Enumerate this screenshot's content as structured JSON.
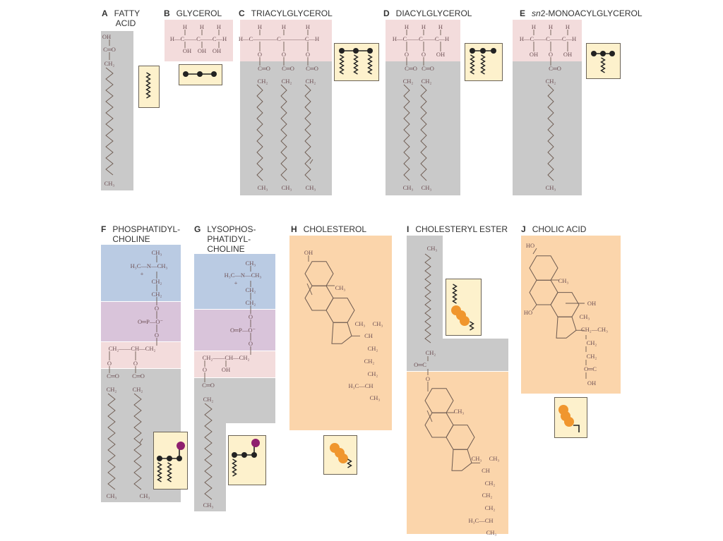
{
  "colors": {
    "acyl_chain": "#c9c9c9",
    "glycerol": "#f3dcdc",
    "choline": "#bacbe3",
    "phosphate": "#d9c4da",
    "sterol": "#fbd5ab",
    "icon_box": "#fdf1cc",
    "sterol_icon": "#f0962e",
    "choline_icon": "#8e1f6e"
  },
  "panels": {
    "A": {
      "letter": "A",
      "title": "FATTY",
      "title2": "ACID",
      "atoms": [
        "OH",
        "C═O",
        "CH₂",
        "CH₃"
      ],
      "icon": "wavy-chain-icon"
    },
    "B": {
      "letter": "B",
      "title": "GLYCEROL",
      "atoms": [
        "H",
        "H",
        "H",
        "H—C——C——C—H",
        "OH",
        "OH",
        "OH"
      ],
      "icon": "glycerol-backbone-icon"
    },
    "C": {
      "letter": "C",
      "title": "TRIACYLGLYCEROL",
      "atoms": [
        "H",
        "H",
        "H",
        "H—C————C————C—H",
        "O",
        "O",
        "O",
        "C═O",
        "C═O",
        "C═O",
        "CH₂",
        "CH₂",
        "CH₂",
        "CH₃",
        "CH₃",
        "CH₃"
      ],
      "icon": "triacylglycerol-icon"
    },
    "D": {
      "letter": "D",
      "title": "DIACYLGLYCEROL",
      "atoms": [
        "H",
        "H",
        "H",
        "H—C——C——C—H",
        "O",
        "O",
        "OH",
        "C═O",
        "C═O",
        "CH₂",
        "CH₂",
        "CH₃",
        "CH₃"
      ],
      "icon": "diacylglycerol-icon"
    },
    "E": {
      "letter": "E",
      "title_italic": "sn",
      "title": "2-MONOACYLGLYCEROL",
      "atoms": [
        "H",
        "H",
        "H",
        "H—C——C——C—H",
        "OH",
        "O",
        "OH",
        "C═O",
        "CH₂",
        "CH₃"
      ],
      "icon": "monoacylglycerol-icon"
    },
    "F": {
      "letter": "F",
      "title": "PHOSPHATIDYL-",
      "title2": "CHOLINE",
      "atoms": [
        "CH₃",
        "H₃C—N—CH₃",
        "+",
        "CH₂",
        "CH₂",
        "O",
        "O═P—O⁻",
        "O",
        "CH₂——CH—CH₂",
        "O",
        "O",
        "C═O",
        "C═O",
        "CH₂",
        "CH₂",
        "CH₃",
        "CH₃"
      ],
      "icon": "phosphatidylcholine-icon"
    },
    "G": {
      "letter": "G",
      "title": "LYSOPHOS-",
      "title2": "PHATIDYL-",
      "title3": "CHOLINE",
      "atoms": [
        "CH₃",
        "H₃C—N—CH₃",
        "+",
        "CH₂",
        "CH₂",
        "O",
        "O═P—O⁻",
        "O",
        "CH₂——CH—CH₂",
        "O",
        "OH",
        "C═O",
        "CH₂",
        "CH₃"
      ],
      "icon": "lysophosphatidylcholine-icon"
    },
    "H": {
      "letter": "H",
      "title": "CHOLESTEROL",
      "atoms": [
        "OH",
        "CH₃",
        "CH₃",
        "CH₃",
        "CH",
        "CH₂",
        "CH₂",
        "CH₂",
        "H₃C—CH",
        "CH₃"
      ],
      "icon": "cholesterol-icon"
    },
    "I": {
      "letter": "I",
      "title": "CHOLESTERYL ESTER",
      "atoms": [
        "CH₃",
        "CH₂",
        "O═C",
        "O",
        "CH₃",
        "CH₃",
        "CH₃",
        "CH",
        "CH₂",
        "CH₂",
        "CH₂",
        "H₃C—CH",
        "CH₃"
      ],
      "icon": "cholesteryl-ester-icon"
    },
    "J": {
      "letter": "J",
      "title": "CHOLIC ACID",
      "atoms": [
        "HO",
        "CH₃",
        "OH",
        "HO",
        "CH₃",
        "CH₂—CH₃",
        "CH₂",
        "CH₂",
        "O═C",
        "OH"
      ],
      "icon": "cholic-acid-icon"
    }
  }
}
